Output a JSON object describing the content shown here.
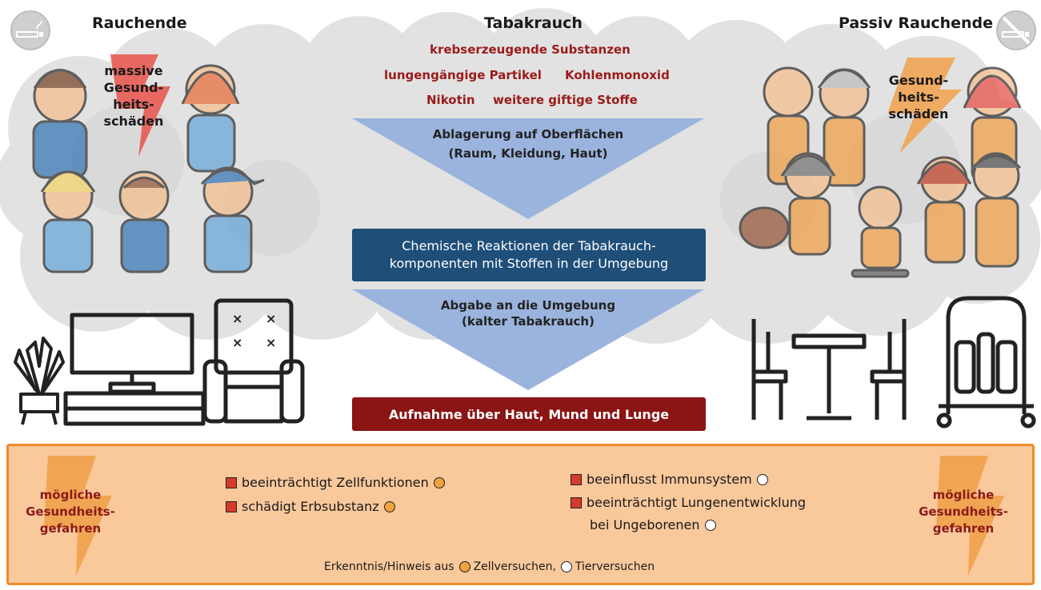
{
  "headers": {
    "smokers": "Rauchende",
    "smoke": "Tabakrauch",
    "passive": "Passiv Rauchende"
  },
  "substances": {
    "s1": "krebserzeugende Substanzen",
    "s2": "lungengängige Partikel",
    "s3": "Kohlenmonoxid",
    "s4": "Nikotin",
    "s5": "weitere giftige Stoffe"
  },
  "flow": {
    "deposit_line1": "Ablagerung auf Oberflächen",
    "deposit_line2": "(Raum, Kleidung, Haut)",
    "reaction_line1": "Chemische Reaktionen der Tabakrauch-",
    "reaction_line2": "komponenten mit Stoffen in der Umgebung",
    "release_line1": "Abgabe an die Umgebung",
    "release_line2": "(kalter Tabakrauch)",
    "uptake": "Aufnahme über Haut, Mund und Lunge"
  },
  "side_labels": {
    "left_l1": "massive",
    "left_l2": "Gesund-",
    "left_l3": "heits-",
    "left_l4": "schäden",
    "right_l1": "Gesund-",
    "right_l2": "heits-",
    "right_l3": "schäden"
  },
  "risks": {
    "l1": "mögliche",
    "l2": "Gesundheits-",
    "l3": "gefahren"
  },
  "effects": {
    "e1": "beeinträchtigt Zellfunktionen",
    "e2": "schädigt Erbsubstanz",
    "e3": "beeinflusst Immunsystem",
    "e4": "beeinträchtigt Lungenentwicklung",
    "e4b": "bei Ungeborenen"
  },
  "legend": {
    "prefix": "Erkenntnis/Hinweis aus",
    "cell": "Zellversuchen,",
    "animal": "Tierversuchen"
  },
  "colors": {
    "red_text": "#9b1b1b",
    "navy_box": "#1f4e79",
    "red_box": "#8b1414",
    "triangle": "#9bb4de",
    "orange_panel": "#f9c89b",
    "orange_border": "#f08a2a",
    "cloud": "#dedede"
  },
  "icons": [
    "no-smoking-icon",
    "smoking-icon",
    "plant-icon",
    "tv-icon",
    "armchair-icon",
    "table-chairs-icon",
    "cart-icon"
  ]
}
